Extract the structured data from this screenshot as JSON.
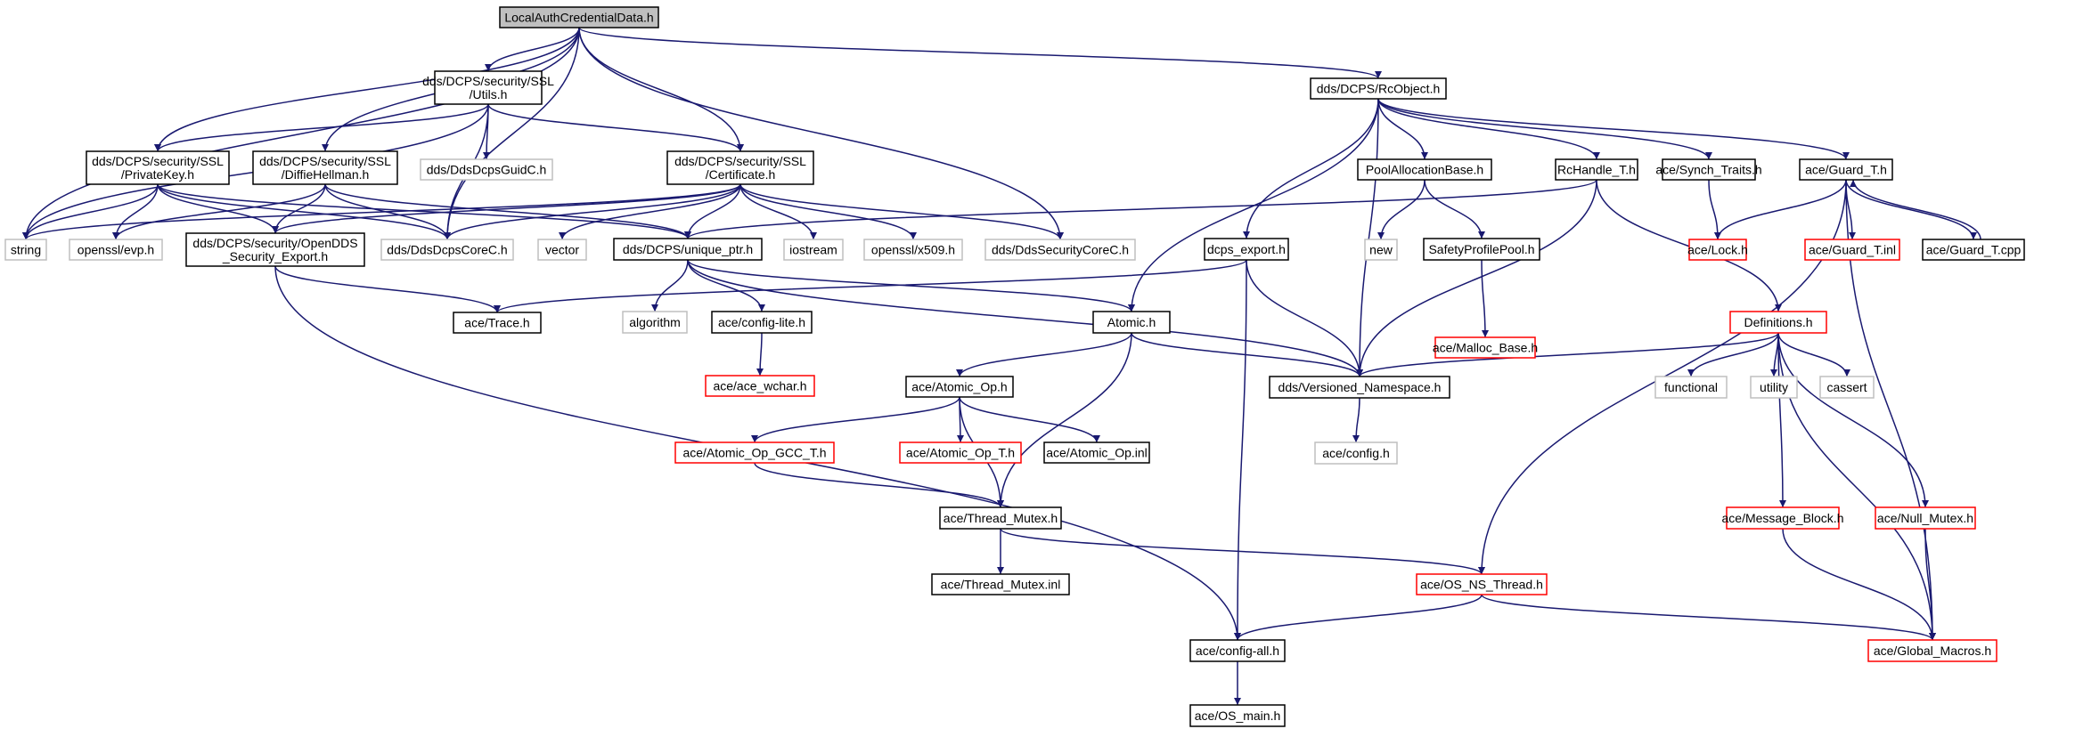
{
  "colors": {
    "edge": "#191970",
    "border_normal": "#000000",
    "border_truncated": "#ff0000",
    "border_external": "#bfbfbf",
    "root_fill": "#bfbfbf",
    "fill": "#ffffff",
    "text": "#000000"
  },
  "nodes": [
    {
      "id": "root",
      "lines": [
        "LocalAuthCredentialData.h"
      ],
      "kind": "root"
    },
    {
      "id": "utils",
      "lines": [
        "dds/DCPS/security/SSL",
        "/Utils.h"
      ],
      "kind": "normal"
    },
    {
      "id": "rcobject",
      "lines": [
        "dds/DCPS/RcObject.h"
      ],
      "kind": "normal"
    },
    {
      "id": "privkey",
      "lines": [
        "dds/DCPS/security/SSL",
        "/PrivateKey.h"
      ],
      "kind": "normal"
    },
    {
      "id": "diffie",
      "lines": [
        "dds/DCPS/security/SSL",
        "/DiffieHellman.h"
      ],
      "kind": "normal"
    },
    {
      "id": "guidc",
      "lines": [
        "dds/DdsDcpsGuidC.h"
      ],
      "kind": "external"
    },
    {
      "id": "cert",
      "lines": [
        "dds/DCPS/security/SSL",
        "/Certificate.h"
      ],
      "kind": "normal"
    },
    {
      "id": "poolalloc",
      "lines": [
        "PoolAllocationBase.h"
      ],
      "kind": "normal"
    },
    {
      "id": "rchandle",
      "lines": [
        "RcHandle_T.h"
      ],
      "kind": "normal"
    },
    {
      "id": "synch",
      "lines": [
        "ace/Synch_Traits.h"
      ],
      "kind": "normal"
    },
    {
      "id": "guardh",
      "lines": [
        "ace/Guard_T.h"
      ],
      "kind": "normal"
    },
    {
      "id": "string",
      "lines": [
        "string"
      ],
      "kind": "external"
    },
    {
      "id": "evp",
      "lines": [
        "openssl/evp.h"
      ],
      "kind": "external"
    },
    {
      "id": "secexport",
      "lines": [
        "dds/DCPS/security/OpenDDS",
        "_Security_Export.h"
      ],
      "kind": "normal"
    },
    {
      "id": "corec",
      "lines": [
        "dds/DdsDcpsCoreC.h"
      ],
      "kind": "external"
    },
    {
      "id": "vector",
      "lines": [
        "vector"
      ],
      "kind": "external"
    },
    {
      "id": "uniqueptr",
      "lines": [
        "dds/DCPS/unique_ptr.h"
      ],
      "kind": "normal"
    },
    {
      "id": "iostream",
      "lines": [
        "iostream"
      ],
      "kind": "external"
    },
    {
      "id": "x509",
      "lines": [
        "openssl/x509.h"
      ],
      "kind": "external"
    },
    {
      "id": "seccorec",
      "lines": [
        "dds/DdsSecurityCoreC.h"
      ],
      "kind": "external"
    },
    {
      "id": "dcpsexport",
      "lines": [
        "dcps_export.h"
      ],
      "kind": "normal"
    },
    {
      "id": "new",
      "lines": [
        "new"
      ],
      "kind": "external"
    },
    {
      "id": "safety",
      "lines": [
        "SafetyProfilePool.h"
      ],
      "kind": "normal"
    },
    {
      "id": "lock",
      "lines": [
        "ace/Lock.h"
      ],
      "kind": "truncated"
    },
    {
      "id": "guardinl",
      "lines": [
        "ace/Guard_T.inl"
      ],
      "kind": "truncated"
    },
    {
      "id": "guardcpp",
      "lines": [
        "ace/Guard_T.cpp"
      ],
      "kind": "normal"
    },
    {
      "id": "trace",
      "lines": [
        "ace/Trace.h"
      ],
      "kind": "normal"
    },
    {
      "id": "algorithm",
      "lines": [
        "algorithm"
      ],
      "kind": "external"
    },
    {
      "id": "configlite",
      "lines": [
        "ace/config-lite.h"
      ],
      "kind": "normal"
    },
    {
      "id": "atomic",
      "lines": [
        "Atomic.h"
      ],
      "kind": "normal"
    },
    {
      "id": "malloc",
      "lines": [
        "ace/Malloc_Base.h"
      ],
      "kind": "truncated"
    },
    {
      "id": "definitions",
      "lines": [
        "Definitions.h"
      ],
      "kind": "truncated"
    },
    {
      "id": "wchar",
      "lines": [
        "ace/ace_wchar.h"
      ],
      "kind": "truncated"
    },
    {
      "id": "atomicop",
      "lines": [
        "ace/Atomic_Op.h"
      ],
      "kind": "normal"
    },
    {
      "id": "versioned",
      "lines": [
        "dds/Versioned_Namespace.h"
      ],
      "kind": "normal"
    },
    {
      "id": "functional",
      "lines": [
        "functional"
      ],
      "kind": "external"
    },
    {
      "id": "utility",
      "lines": [
        "utility"
      ],
      "kind": "external"
    },
    {
      "id": "cassert",
      "lines": [
        "cassert"
      ],
      "kind": "external"
    },
    {
      "id": "opgcc",
      "lines": [
        "ace/Atomic_Op_GCC_T.h"
      ],
      "kind": "truncated"
    },
    {
      "id": "opt",
      "lines": [
        "ace/Atomic_Op_T.h"
      ],
      "kind": "truncated"
    },
    {
      "id": "opinl",
      "lines": [
        "ace/Atomic_Op.inl"
      ],
      "kind": "normal"
    },
    {
      "id": "configh",
      "lines": [
        "ace/config.h"
      ],
      "kind": "external"
    },
    {
      "id": "threadmutex",
      "lines": [
        "ace/Thread_Mutex.h"
      ],
      "kind": "normal"
    },
    {
      "id": "msgblock",
      "lines": [
        "ace/Message_Block.h"
      ],
      "kind": "truncated"
    },
    {
      "id": "nullmutex",
      "lines": [
        "ace/Null_Mutex.h"
      ],
      "kind": "truncated"
    },
    {
      "id": "threadmutexinl",
      "lines": [
        "ace/Thread_Mutex.inl"
      ],
      "kind": "normal"
    },
    {
      "id": "osnsthread",
      "lines": [
        "ace/OS_NS_Thread.h"
      ],
      "kind": "truncated"
    },
    {
      "id": "configall",
      "lines": [
        "ace/config-all.h"
      ],
      "kind": "normal"
    },
    {
      "id": "globalmacros",
      "lines": [
        "ace/Global_Macros.h"
      ],
      "kind": "truncated"
    },
    {
      "id": "osmain",
      "lines": [
        "ace/OS_main.h"
      ],
      "kind": "normal"
    }
  ],
  "edges": [
    [
      "root",
      "utils"
    ],
    [
      "root",
      "rcobject"
    ],
    [
      "root",
      "privkey"
    ],
    [
      "root",
      "diffie"
    ],
    [
      "root",
      "cert"
    ],
    [
      "root",
      "string"
    ],
    [
      "root",
      "corec"
    ],
    [
      "root",
      "seccorec"
    ],
    [
      "utils",
      "string"
    ],
    [
      "utils",
      "privkey"
    ],
    [
      "utils",
      "guidc"
    ],
    [
      "utils",
      "corec"
    ],
    [
      "utils",
      "cert"
    ],
    [
      "privkey",
      "string"
    ],
    [
      "privkey",
      "evp"
    ],
    [
      "privkey",
      "secexport"
    ],
    [
      "privkey",
      "corec"
    ],
    [
      "privkey",
      "uniqueptr"
    ],
    [
      "diffie",
      "evp"
    ],
    [
      "diffie",
      "secexport"
    ],
    [
      "diffie",
      "corec"
    ],
    [
      "diffie",
      "uniqueptr"
    ],
    [
      "cert",
      "string"
    ],
    [
      "cert",
      "secexport"
    ],
    [
      "cert",
      "corec"
    ],
    [
      "cert",
      "vector"
    ],
    [
      "cert",
      "uniqueptr"
    ],
    [
      "cert",
      "iostream"
    ],
    [
      "cert",
      "x509"
    ],
    [
      "cert",
      "seccorec"
    ],
    [
      "rcobject",
      "dcpsexport"
    ],
    [
      "rcobject",
      "poolalloc"
    ],
    [
      "rcobject",
      "rchandle"
    ],
    [
      "rcobject",
      "synch"
    ],
    [
      "rcobject",
      "guardh"
    ],
    [
      "rcobject",
      "atomic"
    ],
    [
      "rcobject",
      "versioned"
    ],
    [
      "poolalloc",
      "new"
    ],
    [
      "poolalloc",
      "safety"
    ],
    [
      "safety",
      "malloc"
    ],
    [
      "rchandle",
      "uniqueptr"
    ],
    [
      "rchandle",
      "versioned"
    ],
    [
      "rchandle",
      "definitions"
    ],
    [
      "synch",
      "lock"
    ],
    [
      "guardh",
      "lock"
    ],
    [
      "guardh",
      "guardinl"
    ],
    [
      "guardh",
      "guardcpp"
    ],
    [
      "guardh",
      "osnsthread"
    ],
    [
      "guardh",
      "globalmacros"
    ],
    [
      "guardcpp",
      "guardh"
    ],
    [
      "secexport",
      "trace"
    ],
    [
      "secexport",
      "configall"
    ],
    [
      "uniqueptr",
      "algorithm"
    ],
    [
      "uniqueptr",
      "configlite"
    ],
    [
      "uniqueptr",
      "atomic"
    ],
    [
      "uniqueptr",
      "versioned"
    ],
    [
      "configlite",
      "wchar"
    ],
    [
      "dcpsexport",
      "trace"
    ],
    [
      "dcpsexport",
      "configall"
    ],
    [
      "dcpsexport",
      "versioned"
    ],
    [
      "atomic",
      "atomicop"
    ],
    [
      "atomic",
      "versioned"
    ],
    [
      "atomic",
      "threadmutex"
    ],
    [
      "definitions",
      "versioned"
    ],
    [
      "definitions",
      "functional"
    ],
    [
      "definitions",
      "utility"
    ],
    [
      "definitions",
      "cassert"
    ],
    [
      "definitions",
      "msgblock"
    ],
    [
      "definitions",
      "nullmutex"
    ],
    [
      "definitions",
      "globalmacros"
    ],
    [
      "atomicop",
      "opgcc"
    ],
    [
      "atomicop",
      "opt"
    ],
    [
      "atomicop",
      "opinl"
    ],
    [
      "atomicop",
      "threadmutex"
    ],
    [
      "opgcc",
      "threadmutex"
    ],
    [
      "versioned",
      "configh"
    ],
    [
      "threadmutex",
      "threadmutexinl"
    ],
    [
      "threadmutex",
      "osnsthread"
    ],
    [
      "msgblock",
      "globalmacros"
    ],
    [
      "nullmutex",
      "globalmacros"
    ],
    [
      "osnsthread",
      "configall"
    ],
    [
      "osnsthread",
      "globalmacros"
    ],
    [
      "configall",
      "osmain"
    ]
  ]
}
